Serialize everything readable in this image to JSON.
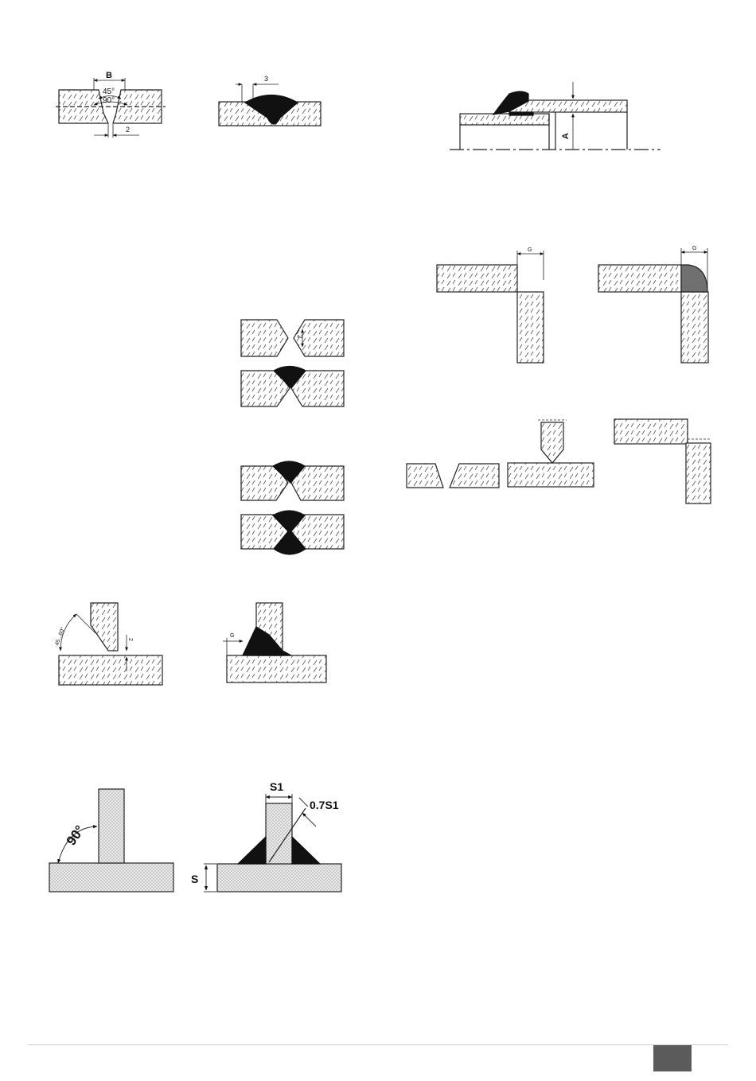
{
  "labels": {
    "bevel_width": "B",
    "bevel_angle_45": "45°",
    "bevel_angle_90": "90°",
    "root_gap_2": "2",
    "cap_overhang_3": "3",
    "lap_offset_A": "A",
    "gap_G": "G",
    "x_joint_gap_2": "2",
    "tee_angle_range": "45...60°",
    "tee_gap_2": "2",
    "tee_weld_gap_G": "G",
    "right_angle_90": "90°",
    "thickness_s1": "S1",
    "throat_07s1": "0.7S1",
    "thickness_s": "S"
  },
  "colors": {
    "weld": "#111111",
    "line": "#222222",
    "hatch": "#555555",
    "weld_corner_grey": "#707070",
    "page_box": "#5b5b5b",
    "footer_rule": "#cfcfcf"
  }
}
